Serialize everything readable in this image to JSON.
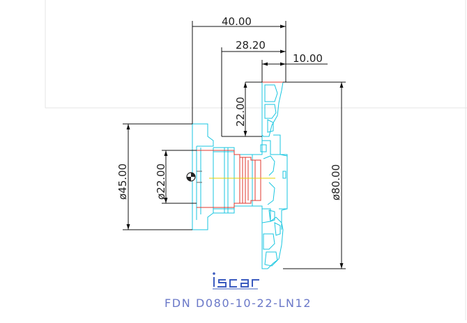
{
  "drawing": {
    "dimensions": {
      "overall_length": "40.00",
      "length_to_flange": "28.20",
      "cutting_width": "10.00",
      "step_height": "22.00",
      "shank_diameter": "ø45.00",
      "bore_diameter": "ø22.00",
      "cutter_diameter": "ø80.00"
    },
    "logo_text": "iscar",
    "designation": "FDN D080-10-22-LN12",
    "colors": {
      "outline": "#19c6e0",
      "bore": "#e0392f",
      "dimension": "#111111",
      "centerline": "#e6d200",
      "logo": "#3b5bbf",
      "designation": "#6a78c8"
    }
  }
}
